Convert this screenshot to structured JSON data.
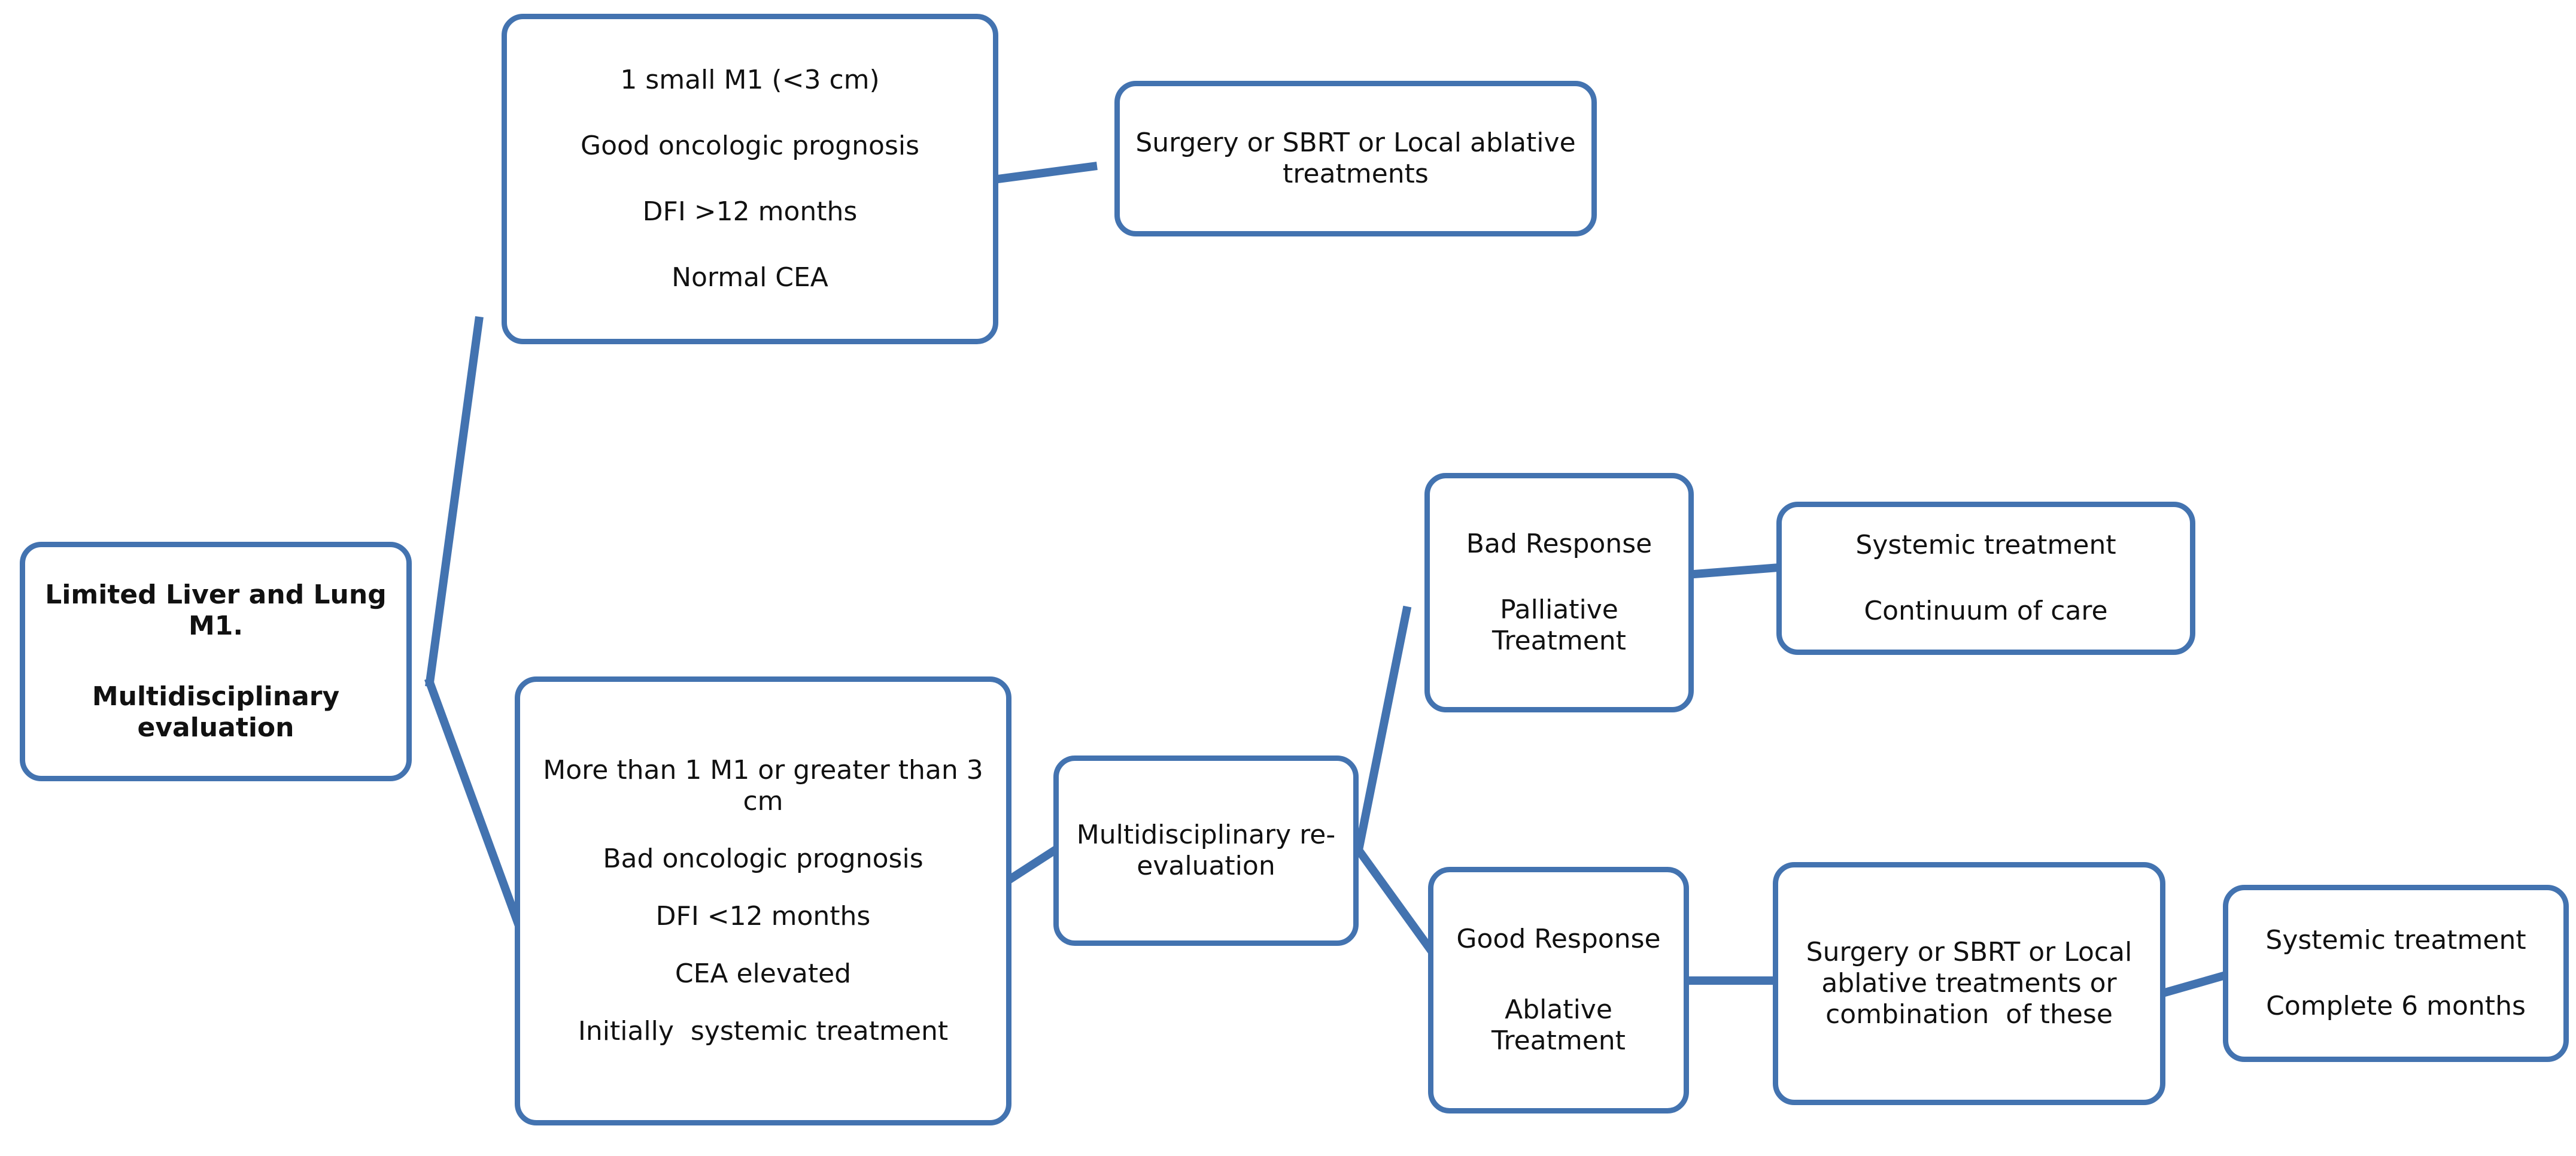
{
  "diagram": {
    "title": "Limited Liver and Lung M1 treatment algorithm",
    "accent_color": "#4373B0",
    "text_color": "#111111",
    "background_color": "#ffffff",
    "nodes": [
      {
        "id": "root",
        "name": "limited-liver-lung-m1",
        "lines": [
          "Limited Liver and Lung M1.",
          "Multidisciplinary evaluation"
        ],
        "bold": true
      },
      {
        "id": "good-criteria",
        "name": "good-prognosis-criteria",
        "lines": [
          "1 small M1 (<3 cm)",
          "Good oncologic prognosis",
          "DFI >12 months",
          "Normal CEA"
        ],
        "bold": false
      },
      {
        "id": "surgery-sbrt-local",
        "name": "surgery-sbrt-local-ablative",
        "lines": [
          "Surgery or SBRT or Local ablative treatments"
        ],
        "bold": false
      },
      {
        "id": "bad-criteria",
        "name": "bad-prognosis-criteria",
        "lines": [
          "More than 1 M1 or greater than 3 cm",
          "Bad oncologic prognosis",
          "DFI <12 months",
          "CEA elevated",
          "Initially  systemic treatment"
        ],
        "bold": false
      },
      {
        "id": "re-evaluation",
        "name": "multidisciplinary-re-evaluation",
        "lines": [
          "Multidisciplinary re-evaluation"
        ],
        "bold": false
      },
      {
        "id": "bad-response",
        "name": "bad-response-palliative",
        "lines": [
          "Bad Response",
          "Palliative Treatment"
        ],
        "bold": false
      },
      {
        "id": "systemic-continuum",
        "name": "systemic-treatment-continuum",
        "lines": [
          "Systemic treatment",
          "Continuum of care"
        ],
        "bold": false
      },
      {
        "id": "good-response",
        "name": "good-response-ablative",
        "lines": [
          "Good Response",
          "Ablative Treatment"
        ],
        "bold": false
      },
      {
        "id": "surgery-combination",
        "name": "surgery-sbrt-local-or-combination",
        "lines": [
          "Surgery or SBRT or Local ablative treatments or combination  of these"
        ],
        "bold": false
      },
      {
        "id": "systemic-complete",
        "name": "systemic-treatment-complete-6-months",
        "lines": [
          "Systemic treatment",
          "Complete 6 months"
        ],
        "bold": false
      }
    ],
    "edges": [
      {
        "from": "root",
        "to": "good-criteria"
      },
      {
        "from": "good-criteria",
        "to": "surgery-sbrt-local"
      },
      {
        "from": "root",
        "to": "bad-criteria"
      },
      {
        "from": "bad-criteria",
        "to": "re-evaluation"
      },
      {
        "from": "re-evaluation",
        "to": "bad-response"
      },
      {
        "from": "bad-response",
        "to": "systemic-continuum"
      },
      {
        "from": "re-evaluation",
        "to": "good-response"
      },
      {
        "from": "good-response",
        "to": "surgery-combination"
      },
      {
        "from": "surgery-combination",
        "to": "systemic-complete"
      }
    ]
  }
}
